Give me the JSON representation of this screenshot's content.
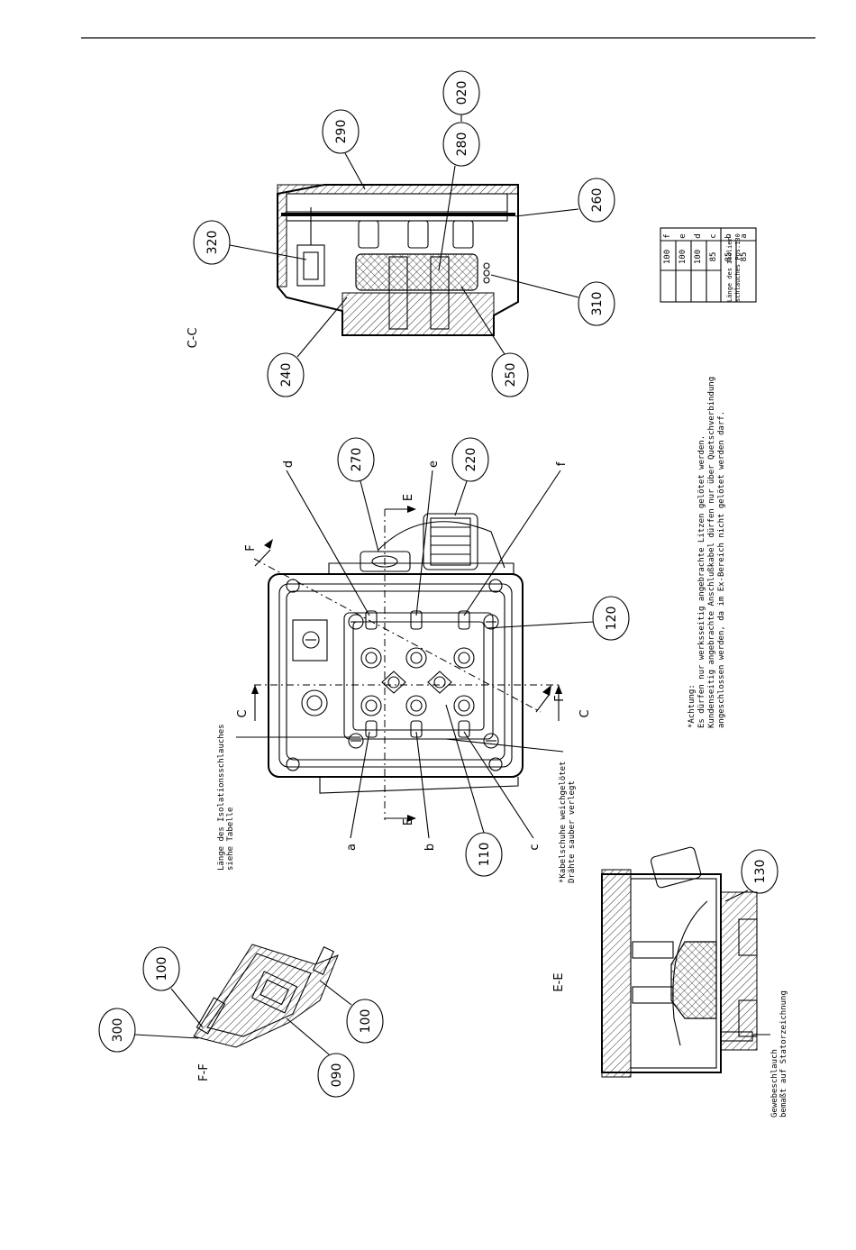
{
  "sections": {
    "cc": "C-C",
    "ff": "F-F",
    "ee": "E-E"
  },
  "cut_marks": {
    "c": "C",
    "e": "E",
    "f": "F"
  },
  "balloons": {
    "b020": "020",
    "b090": "090",
    "b100a": "100",
    "b100b": "100",
    "b110": "110",
    "b120": "120",
    "b130": "130",
    "b220": "220",
    "b240": "240",
    "b250": "250",
    "b260": "260",
    "b270": "270",
    "b280": "280",
    "b290": "290",
    "b300": "300",
    "b310": "310",
    "b320": "320"
  },
  "letters": {
    "a": "a",
    "b": "b",
    "c": "c",
    "d": "d",
    "e": "e",
    "f": "f"
  },
  "notes": {
    "insulation_line1": "Länge des Isolationsschlauches",
    "insulation_line2": "siehe Tabelle",
    "cable_line1": "*Kabelschuhe weichgelötet",
    "cable_line2": "Drähte sauber verlegt",
    "caution_line1": "*Achtung:",
    "caution_line2": "Es dürfen nur werksseitig angebrachte Litzen gelötet werden.",
    "caution_line3": "Kundenseitig angebrachte Anschlußkabel dürfen nur über Quetschverbindung",
    "caution_line4": "angeschlossen werden, da im Ex-Bereich nicht gelötet werden darf.",
    "hose_line1": "Gewebeschlauch",
    "hose_line2": "bemaßt auf Statorzeichnung"
  },
  "length_table": {
    "rows": [
      {
        "key": "f",
        "value": "100"
      },
      {
        "key": "e",
        "value": "100"
      },
      {
        "key": "d",
        "value": "100"
      },
      {
        "key": "c",
        "value": "85"
      },
      {
        "key": "b",
        "value": "85"
      },
      {
        "key": "a",
        "value": "85"
      }
    ],
    "footer_line1": "Länge des Isolier-",
    "footer_line2": "schlauches Pos.130"
  }
}
